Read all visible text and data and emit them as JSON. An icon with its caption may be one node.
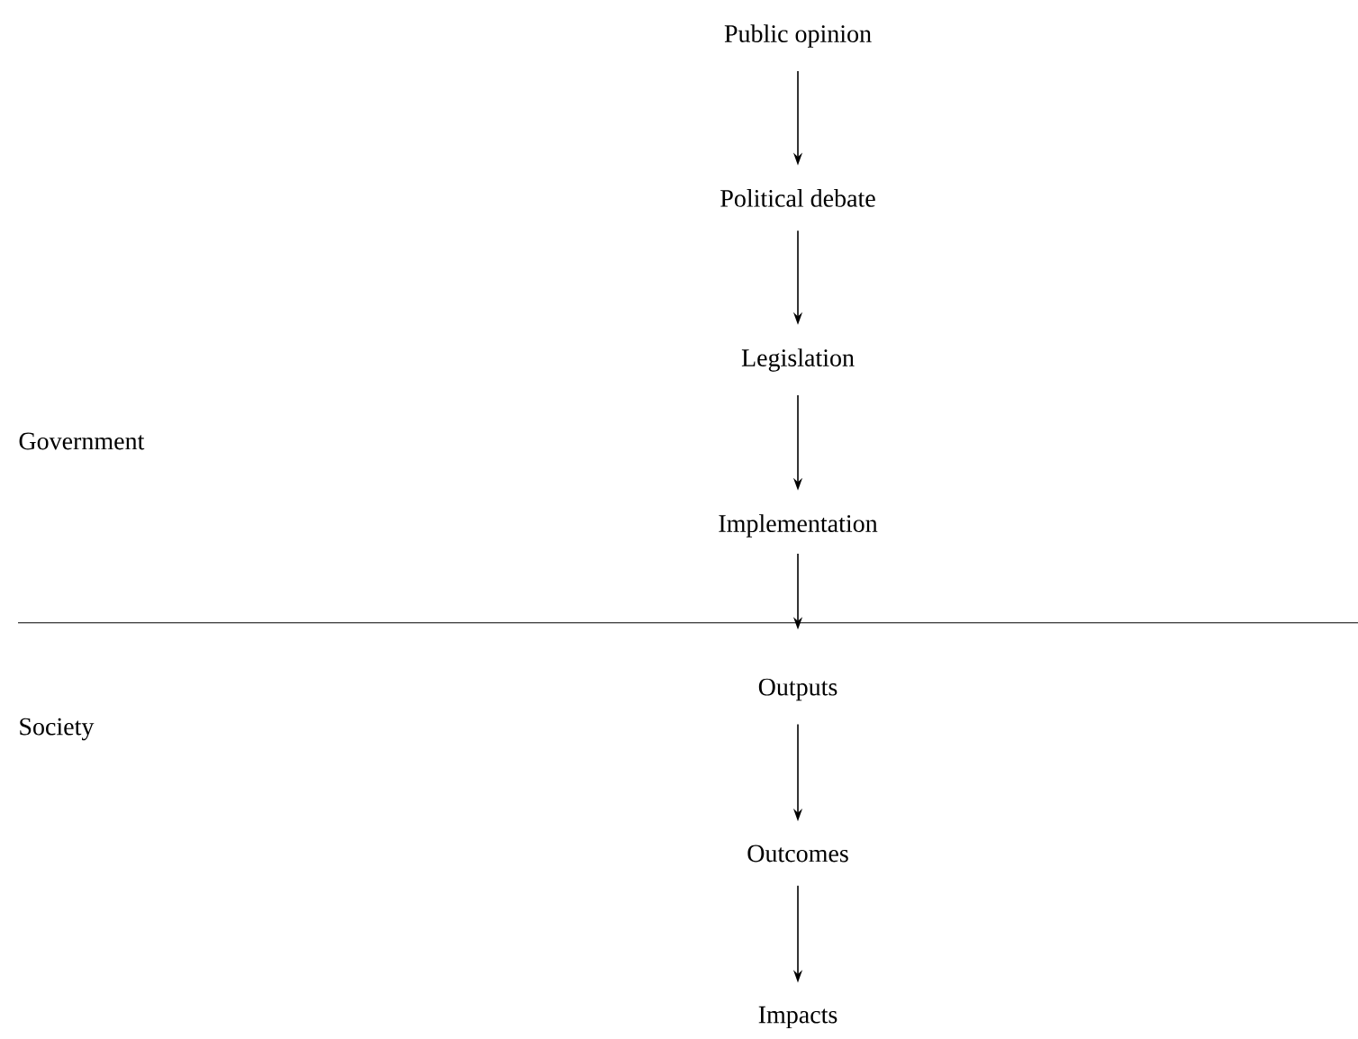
{
  "diagram": {
    "nodes": [
      {
        "text": [
          "Public opinion"
        ]
      },
      {
        "text": [
          "Political debate"
        ]
      },
      {
        "text": [
          "Legislation"
        ]
      },
      {
        "text": [
          "Implementation"
        ]
      },
      {
        "text": [
          "Outputs"
        ]
      },
      {
        "text": [
          "Outcomes"
        ]
      },
      {
        "text": [
          "Impacts"
        ]
      }
    ],
    "edges": [
      {
        "from": 0,
        "to": 1,
        "arrow": "to"
      },
      {
        "from": 1,
        "to": 2,
        "arrow": "to"
      },
      {
        "from": 2,
        "to": 3,
        "arrow": "to"
      },
      {
        "from": 3,
        "to": 4,
        "arrow": "to"
      },
      {
        "from": 4,
        "to": 5,
        "arrow": "to"
      },
      {
        "from": 5,
        "to": 6,
        "arrow": "to"
      }
    ],
    "labels": [
      "Government",
      "Society"
    ]
  }
}
